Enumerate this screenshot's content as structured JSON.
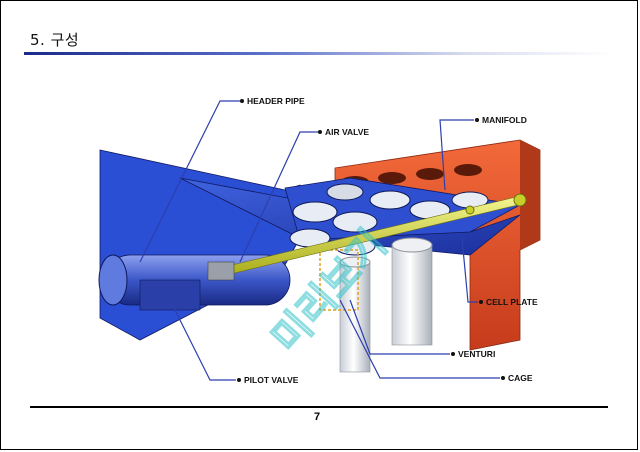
{
  "slide": {
    "title": "5. 구성",
    "page_number": "7"
  },
  "labels": {
    "header_pipe": "HEADER PIPE",
    "air_valve": "AIR VALVE",
    "manifold": "MANIFOLD",
    "cell_plate": "CELL PLATE",
    "venturi": "VENTURI",
    "cage": "CAGE",
    "pilot_valve": "PILOT VALVE"
  },
  "watermark": "미리보기",
  "colors": {
    "accent_blue": "#1a2a8a",
    "plate_blue": "#2344c8",
    "manifold_orange": "#e2502a",
    "pipe_yellow": "#d8dc3c",
    "leader_blue": "#2d3fae"
  }
}
